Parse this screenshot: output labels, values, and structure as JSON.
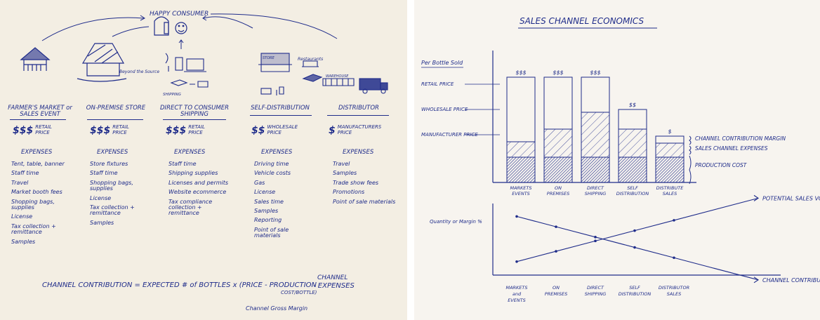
{
  "left": {
    "top_label": "HAPPY CONSUMER",
    "notes": {
      "beyond_the_source": "Beyond the Source",
      "shipping": "SHIPPING",
      "restaurants": "Restaurants",
      "store": "STORE",
      "warehouse": "WAREHOUSE"
    },
    "columns": [
      {
        "title": "FARMER'S MARKET or SALES EVENT",
        "price": "$$$",
        "price_label": "RETAIL PRICE",
        "expenses_label": "EXPENSES",
        "expenses": [
          "Tent, table, banner",
          "Staff time",
          "Travel",
          "Market booth fees",
          "Shopping bags, supplies",
          "License",
          "Tax collection + remittance",
          "Samples"
        ]
      },
      {
        "title": "ON-PREMISE STORE",
        "price": "$$$",
        "price_label": "RETAIL PRICE",
        "expenses_label": "EXPENSES",
        "expenses": [
          "Store fixtures",
          "Staff time",
          "Shopping bags, supplies",
          "License",
          "Tax collection + remittance",
          "Samples"
        ]
      },
      {
        "title": "DIRECT TO CONSUMER SHIPPING",
        "price": "$$$",
        "price_label": "RETAIL PRICE",
        "expenses_label": "EXPENSES",
        "expenses": [
          "Staff time",
          "Shipping supplies",
          "Licenses and permits",
          "Website ecommerce",
          "Tax compliance collection + remittance"
        ]
      },
      {
        "title": "SELF-DISTRIBUTION",
        "price": "$$",
        "price_label": "WHOLESALE PRICE",
        "expenses_label": "EXPENSES",
        "expenses": [
          "Driving time",
          "Vehicle costs",
          "Gas",
          "License",
          "Sales time",
          "Samples",
          "Reporting",
          "Point of sale materials"
        ]
      },
      {
        "title": "DISTRIBUTOR",
        "price": "$",
        "price_label": "MANUFACTURERS PRICE",
        "expenses_label": "EXPENSES",
        "expenses": [
          "Travel",
          "Samples",
          "Trade show fees",
          "Promotions",
          "Point of sale materials"
        ]
      }
    ],
    "formula": {
      "main": "CHANNEL CONTRIBUTION = EXPECTED # of BOTTLES x (PRICE - PRODUCTION",
      "cost_line": "COST/BOTTLE)",
      "channel": "CHANNEL",
      "expenses": "- EXPENSES",
      "gross_margin": "Channel Gross Margin"
    }
  },
  "right": {
    "title": "SALES CHANNEL ECONOMICS",
    "per_bottle": "Per Bottle Sold",
    "price_levels": [
      "RETAIL PRICE",
      "WHOLESALE PRICE",
      "MANUFACTURER PRICE"
    ],
    "legend": [
      "CHANNEL CONTRIBUTION MARGIN",
      "SALES CHANNEL EXPENSES",
      "PRODUCTION COST"
    ],
    "bar_chart": {
      "type": "bar",
      "categories": [
        "MARKETS EVENTS",
        "ON PREMISES",
        "DIRECT SHIPPING",
        "SELF DISTRIBUTION",
        "DISTRIBUTE SALES"
      ],
      "price_marks": [
        "$$$",
        "$$$",
        "$$$",
        "$$",
        "$"
      ],
      "series": [
        {
          "name": "PRODUCTION COST",
          "values": [
            36,
            36,
            36,
            36,
            36
          ]
        },
        {
          "name": "SALES CHANNEL EXPENSES",
          "values": [
            22,
            40,
            64,
            40,
            20
          ]
        },
        {
          "name": "CHANNEL CONTRIBUTION MARGIN",
          "values": [
            92,
            74,
            50,
            28,
            10
          ]
        }
      ],
      "ylim": [
        0,
        160
      ]
    },
    "line_chart": {
      "type": "line",
      "ylabel": "Quantity or Margin %",
      "categories": [
        "MARKETS and EVENTS",
        "ON PREMISES",
        "DIRECT SHIPPING",
        "SELF DISTRIBUTION",
        "DISTRIBUTOR SALES"
      ],
      "series": [
        {
          "name": "POTENTIAL SALES VOLUME",
          "values": [
            10,
            26,
            42,
            58,
            74
          ]
        },
        {
          "name": "CHANNEL CONTRIBUTION MARGIN",
          "values": [
            80,
            64,
            48,
            32,
            16
          ]
        }
      ],
      "ylim": [
        0,
        100
      ]
    }
  }
}
